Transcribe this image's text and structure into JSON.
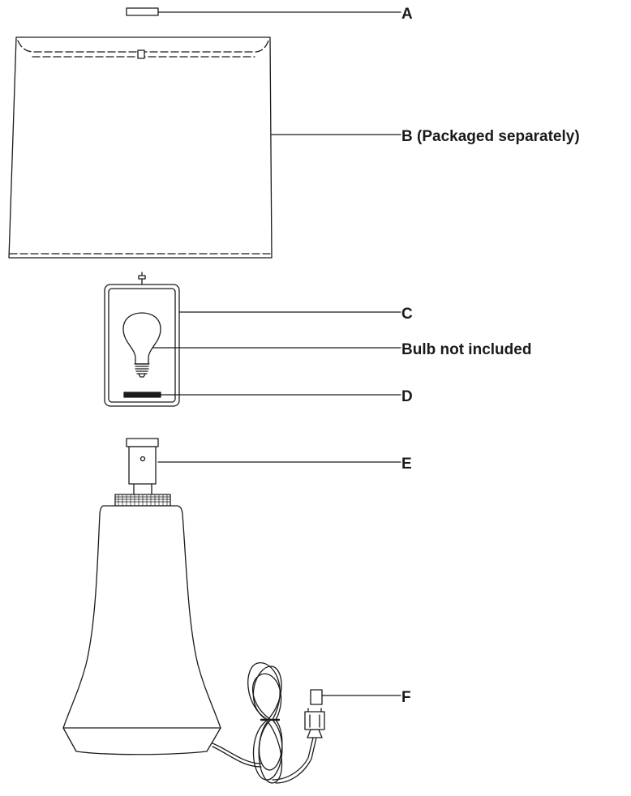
{
  "colors": {
    "stroke": "#1a1a1a",
    "background": "#ffffff"
  },
  "labels": {
    "a": "A",
    "b": "B (Packaged separately)",
    "c": "C",
    "bulb": "Bulb not included",
    "d": "D",
    "e": "E",
    "f": "F"
  }
}
